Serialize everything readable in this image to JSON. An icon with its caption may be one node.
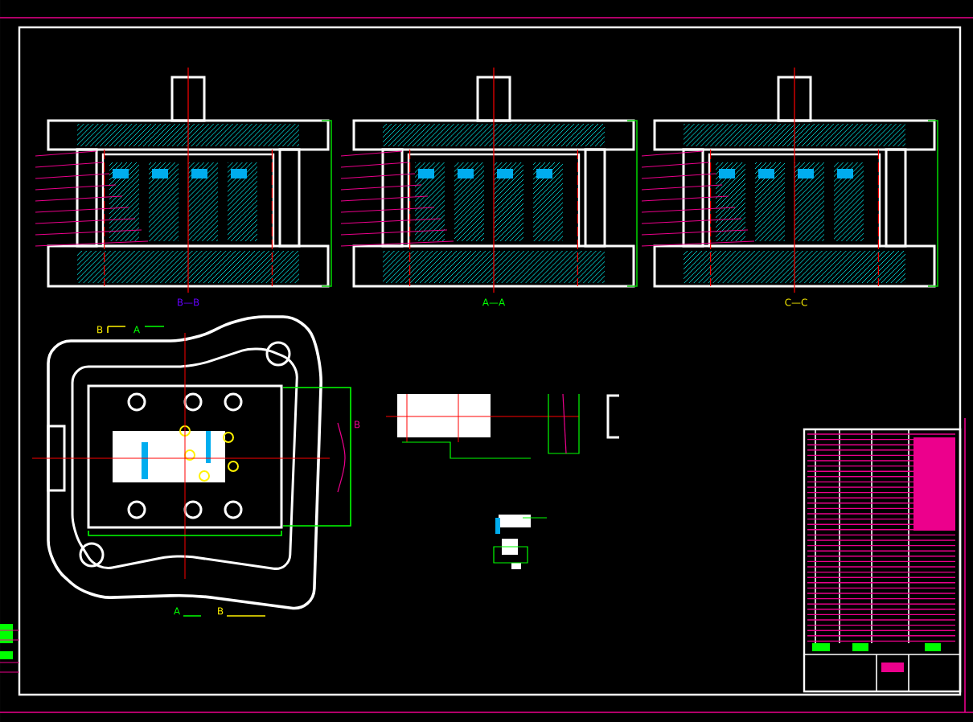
{
  "diagram": {
    "labels": [
      "B—B",
      "A—A",
      "C—C",
      "B",
      "A",
      "A",
      "B",
      "B"
    ]
  }
}
